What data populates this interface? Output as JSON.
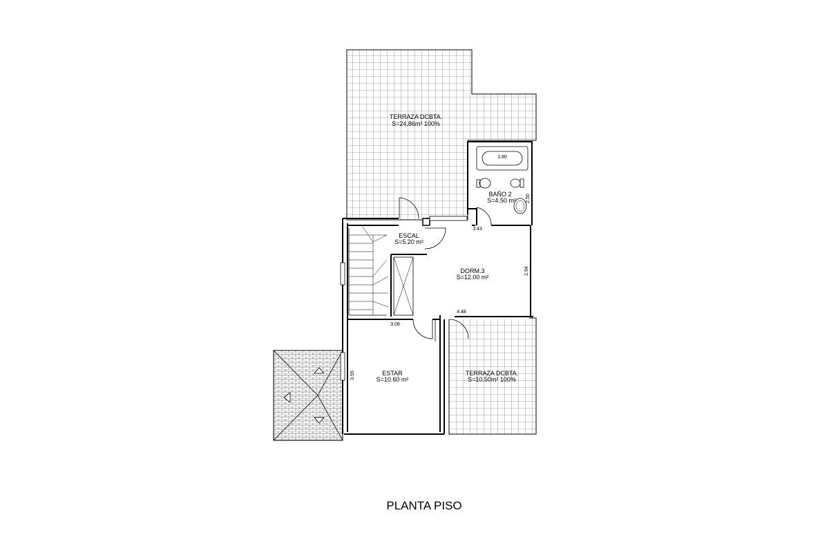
{
  "plan": {
    "title": "PLANTA PISO",
    "rooms": [
      {
        "id": "terraza_top",
        "name": "TERRAZA DCBTA.",
        "area": "S=24.86m² 100%"
      },
      {
        "id": "bano",
        "name": "BAÑO 2",
        "area": "S=4.50 m²"
      },
      {
        "id": "escal",
        "name": "ESCAL",
        "area": "S=5.20 m²"
      },
      {
        "id": "dorm",
        "name": "DORM.3",
        "area": "S=12.00 m²"
      },
      {
        "id": "estar",
        "name": "ESTAR",
        "area": "S=10.60 m²"
      },
      {
        "id": "terraza_bottom",
        "name": "TERRAZA DCBTA.",
        "area": "S=10.50m² 100%"
      }
    ],
    "dimensions": {
      "bath_tub": "1.80",
      "bath_side": "2.50",
      "dorm_top": "3.43",
      "dorm_side": "2.94",
      "dorm_bottom": "4.48",
      "estar_top": "3.08",
      "estar_side": "3.55"
    }
  }
}
